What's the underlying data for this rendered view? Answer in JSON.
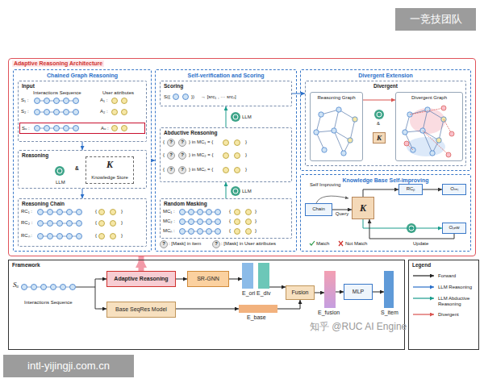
{
  "diagram": {
    "nodes": [
      {
        "text": [
          "一竞技团队"
        ]
      },
      {
        "text": [
          "Adaptive Reasoning Architecture"
        ]
      },
      {
        "text": [
          "Chained Graph Reasoning"
        ],
        "in": 1
      },
      {
        "text": [
          "Input",
          "Interactions Sequence",
          "User attributes"
        ],
        "in": 2
      },
      {
        "text": [
          "Sᵤ :",
          "Aᵤ :"
        ],
        "in": 3
      },
      {
        "text": [
          "Reasoning",
          "LLM",
          "&"
        ],
        "in": 2
      },
      {
        "text": [
          "K",
          "Knowledge Store"
        ],
        "in": 5
      },
      {
        "text": [
          "Reasoning Chain"
        ],
        "in": 2
      },
      {
        "text": [
          "Self-verification and Scoring"
        ],
        "in": 1
      },
      {
        "text": [
          "Scoring",
          "S({",
          "})",
          "→ [src₁ , ··· srcₙ]"
        ],
        "in": 8
      },
      {
        "text": [
          "Abductive Reasoning"
        ],
        "in": 8
      },
      {
        "text": [
          "Random Masking"
        ],
        "in": 8
      },
      {
        "text": [
          "Divergent Extension"
        ],
        "in": 1
      },
      {
        "text": [
          "Divergent"
        ],
        "in": 12
      },
      {
        "text": [
          "Reasoning Graph"
        ],
        "in": 13
      },
      {
        "text": [
          "Divergent Graph"
        ],
        "in": 13
      },
      {
        "text": [
          "K"
        ],
        "in": 13
      },
      {
        "text": [
          "Knowledge Base Self-improving"
        ],
        "in": 1
      },
      {
        "text": [
          "Chain"
        ],
        "in": 17
      },
      {
        "text": [
          "K"
        ],
        "in": 17
      },
      {
        "text": [
          "RCₚ"
        ],
        "in": 17
      },
      {
        "text": [
          "Oᵣₑₜ"
        ],
        "in": 17
      },
      {
        "text": [
          "Oₙₑw"
        ],
        "in": 17
      },
      {
        "text": [
          "Framework"
        ]
      },
      {
        "text": [
          "Sᵤ",
          "Interactions Sequence"
        ],
        "in": 23
      },
      {
        "text": [
          "Adaptive Reasoning"
        ],
        "in": 23
      },
      {
        "text": [
          "Base SeqRes Model"
        ],
        "in": 23
      },
      {
        "text": [
          "SR-GNN"
        ],
        "in": 23
      },
      {
        "text": [
          "E_ori",
          "E_div"
        ],
        "in": 23
      },
      {
        "text": [
          "E_base"
        ],
        "in": 23
      },
      {
        "text": [
          "Fusion"
        ],
        "in": 23
      },
      {
        "text": [
          "E_fusion"
        ],
        "in": 23
      },
      {
        "text": [
          "MLP"
        ],
        "in": 23
      },
      {
        "text": [
          "S_item"
        ],
        "in": 23
      },
      {
        "text": [
          "Legend"
        ]
      },
      {
        "text": [
          "intl-yijingji.com.cn"
        ]
      }
    ],
    "edges": [
      {
        "from": 3,
        "to": 5,
        "arrow": "to"
      },
      {
        "from": 5,
        "to": 7,
        "arrow": "to"
      },
      {
        "from": 2,
        "to": 8,
        "arrow": "to"
      },
      {
        "from": 11,
        "to": 10,
        "arrow": "to"
      },
      {
        "from": 10,
        "to": 9,
        "arrow": "to"
      },
      {
        "from": 9,
        "to": 13,
        "arrow": "to"
      },
      {
        "from": 14,
        "to": 15,
        "arrow": "to"
      },
      {
        "from": 18,
        "to": 19,
        "label": "Query",
        "arrow": "to"
      },
      {
        "from": 19,
        "to": 20,
        "arrow": "to"
      },
      {
        "from": 20,
        "to": 21,
        "arrow": "to"
      },
      {
        "from": 19,
        "to": 22,
        "arrow": "to"
      },
      {
        "from": 22,
        "to": 19,
        "arrow": "to"
      },
      {
        "from": 24,
        "to": 25,
        "arrow": "to"
      },
      {
        "from": 24,
        "to": 26,
        "arrow": "to"
      },
      {
        "from": 25,
        "to": 27,
        "arrow": "to"
      },
      {
        "from": 27,
        "to": 28,
        "arrow": "to"
      },
      {
        "from": 26,
        "to": 29,
        "arrow": "to"
      },
      {
        "from": 28,
        "to": 30,
        "arrow": "to"
      },
      {
        "from": 29,
        "to": 30,
        "arrow": "to"
      },
      {
        "from": 30,
        "to": 31,
        "arrow": "to"
      },
      {
        "from": 31,
        "to": 32,
        "arrow": "to"
      },
      {
        "from": 32,
        "to": 33,
        "arrow": "to"
      },
      {
        "from": 25,
        "to": 1,
        "arrow": "to"
      }
    ],
    "labels": [
      "S₁ :",
      "A₁ :",
      "S₂ :",
      "A₂ :",
      "RC₁ :",
      "{",
      "}",
      "RC₂ :",
      "{",
      "}",
      "RCₙ :",
      "{",
      "}",
      "LLM",
      "{",
      "?",
      "?",
      "} in MC₁ = {",
      "}",
      "{",
      "?",
      "?",
      "} in MC₂ = {",
      "}",
      "{",
      "?",
      "?",
      "} in MCₙ = {",
      "}",
      "LLM",
      "MC₁ :",
      "{",
      "}",
      "MC₂ :",
      "{",
      "}",
      "MCₙ :",
      "{",
      "}",
      "?",
      ": [Mask] in item",
      "?",
      ": [Mask] in User attributes",
      "Self Improving",
      "Match",
      "Not Match",
      "Update",
      "知乎 @RUC AI Engine",
      "&"
    ],
    "legend": [
      {
        "text": "Forward"
      },
      {
        "text": "LLM Reasoning"
      },
      {
        "text": "LLM Abductive Reasoning"
      },
      {
        "text": "Divergent"
      }
    ]
  }
}
